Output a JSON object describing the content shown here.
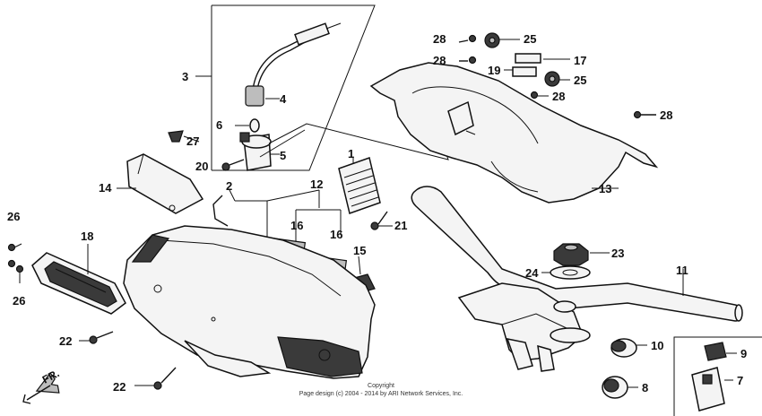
{
  "callouts": {
    "p1": "1",
    "p2": "2",
    "p3": "3",
    "p4": "4",
    "p5": "5",
    "p6": "6",
    "p7": "7",
    "p8": "8",
    "p9": "9",
    "p10": "10",
    "p11": "11",
    "p12": "12",
    "p13": "13",
    "p14": "14",
    "p15": "15",
    "p16a": "16",
    "p16b": "16",
    "p17": "17",
    "p18": "18",
    "p19": "19",
    "p20": "20",
    "p21": "21",
    "p22a": "22",
    "p22b": "22",
    "p23": "23",
    "p24": "24",
    "p25a": "25",
    "p25b": "25",
    "p26a": "26",
    "p26b": "26",
    "p27": "27",
    "p28a": "28",
    "p28b": "28",
    "p28c": "28",
    "p28d": "28"
  },
  "direction_label": "FR.",
  "copyright": {
    "line1": "Copyright",
    "line2": "Page design (c) 2004 - 2014 by ARI Network Services, Inc."
  }
}
